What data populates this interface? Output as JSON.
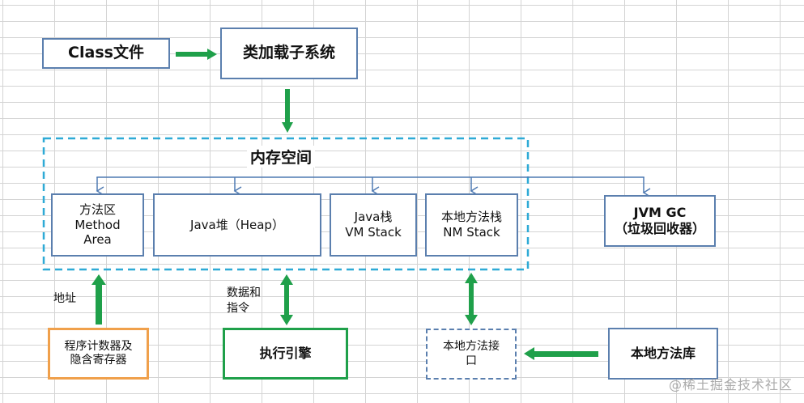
{
  "nodes": {
    "class_file": "Class文件",
    "class_loader": "类加载子系统",
    "memory_title": "内存空间",
    "method_area_line1": "方法区",
    "method_area_line2": "Method",
    "method_area_line3": "Area",
    "heap": "Java堆（Heap）",
    "vm_stack_line1": "Java栈",
    "vm_stack_line2": "VM Stack",
    "nm_stack_line1": "本地方法栈",
    "nm_stack_line2": "NM Stack",
    "jvm_gc_line1": "JVM GC",
    "jvm_gc_line2": "（垃圾回收器）",
    "pc_line1": "程序计数器及",
    "pc_line2": "隐含寄存器",
    "exec_engine": "执行引擎",
    "native_iface_line1": "本地方法接",
    "native_iface_line2": "口",
    "native_lib": "本地方法库"
  },
  "labels": {
    "address": "地址",
    "data_instr_line1": "数据和",
    "data_instr_line2": "指令"
  },
  "watermark": "@稀土掘金技术社区",
  "colors": {
    "blue_border": "#5b7fae",
    "dashed_cyan": "#2eaad6",
    "green_arrow": "#1fa04a",
    "orange_border": "#f0a04b",
    "connector_blue": "#4f7ab2"
  }
}
